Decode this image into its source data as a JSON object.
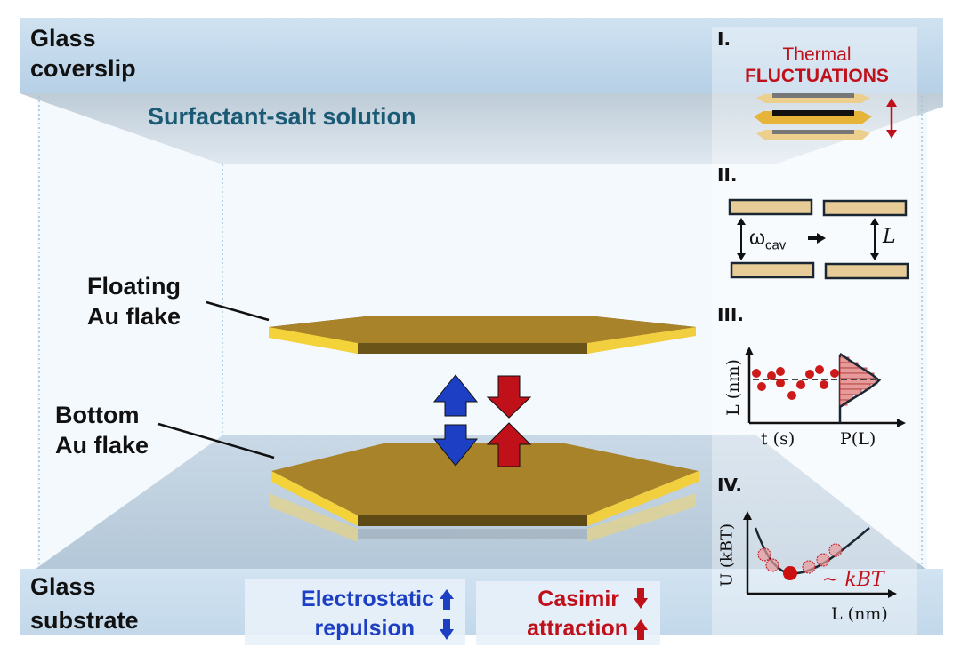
{
  "labels": {
    "glass_coverslip": [
      "Glass",
      "coverslip"
    ],
    "solution": "Surfactant-salt solution",
    "floating_flake": [
      "Floating",
      "Au flake"
    ],
    "bottom_flake": [
      "Bottom",
      "Au flake"
    ],
    "glass_substrate": [
      "Glass",
      "substrate"
    ]
  },
  "legend": {
    "electrostatic": [
      "Electrostatic",
      "repulsion"
    ],
    "casimir": [
      "Casimir",
      "attraction"
    ]
  },
  "panels": {
    "p1": {
      "numeral": "I.",
      "title_line1": "Thermal",
      "title_line2": "FLUCTUATIONS"
    },
    "p2": {
      "numeral": "II.",
      "omega": "ω",
      "omega_sub": "cav",
      "length": "L"
    },
    "p3": {
      "numeral": "III.",
      "ylabel": "L (nm)",
      "xlabel_left": "t (s)",
      "xlabel_right": "P(L)"
    },
    "p4": {
      "numeral": "IV.",
      "ylabel": "U (kBT)",
      "xlabel": "L (nm)",
      "annotation": "~ kBT"
    }
  },
  "colors": {
    "electrostatic_blue": "#1d3fc4",
    "casimir_red": "#c0101a",
    "solution_teal": "#1b5a75",
    "gold_top": "#a8832a",
    "gold_edge": "#f4d23a",
    "glass": "#c9dcec"
  }
}
